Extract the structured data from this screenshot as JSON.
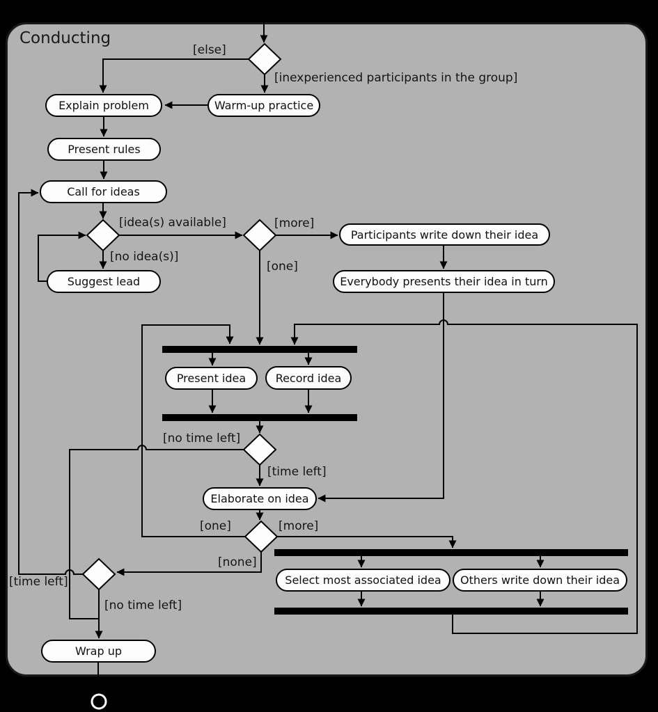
{
  "title": "Conducting",
  "diagram_type": "uml-activity-diagram",
  "colors": {
    "background": "#000000",
    "frame_fill": "#b2b2b2",
    "node_fill": "#fdfdfd",
    "line": "#000000",
    "fork_bar": "#000000",
    "final_node_stroke": "#ffffff"
  },
  "nodes": {
    "explain_problem": "Explain problem",
    "warm_up": "Warm-up practice",
    "present_rules": "Present rules",
    "call_for_ideas": "Call for ideas",
    "suggest_lead": "Suggest lead",
    "participants_write": "Participants write down their idea",
    "everybody_presents": "Everybody presents their idea in turn",
    "present_idea": "Present idea",
    "record_idea": "Record idea",
    "elaborate": "Elaborate on idea",
    "select_idea": "Select most associated idea",
    "others_write": "Others write down their idea",
    "wrap_up": "Wrap up"
  },
  "labels": {
    "else_guard": "[else]",
    "inexperienced": "[inexperienced participants in the group]",
    "ideas_available": "[idea(s) available]",
    "more_top": "[more]",
    "no_ideas": "[no idea(s)]",
    "one_top": "[one]",
    "no_time_left_mid": "[no time left]",
    "time_left_mid": "[time left]",
    "one_bottom": "[one]",
    "more_bottom": "[more]",
    "none_guard": "[none]",
    "time_left_bottom": "[time left]",
    "no_time_left_bottom": "[no time left]"
  },
  "flow": [
    {
      "from": "start",
      "to": "decision-experience",
      "guard": ""
    },
    {
      "from": "decision-experience",
      "to": "Explain problem",
      "guard": "[else]"
    },
    {
      "from": "decision-experience",
      "to": "Warm-up practice",
      "guard": "[inexperienced participants in the group]"
    },
    {
      "from": "Warm-up practice",
      "to": "Explain problem",
      "guard": ""
    },
    {
      "from": "Explain problem",
      "to": "Present rules",
      "guard": ""
    },
    {
      "from": "Present rules",
      "to": "Call for ideas",
      "guard": ""
    },
    {
      "from": "Call for ideas",
      "to": "decision-ideas",
      "guard": ""
    },
    {
      "from": "decision-ideas",
      "to": "decision-count",
      "guard": "[idea(s) available]"
    },
    {
      "from": "decision-ideas",
      "to": "Suggest lead",
      "guard": "[no idea(s)]"
    },
    {
      "from": "Suggest lead",
      "to": "decision-ideas",
      "guard": ""
    },
    {
      "from": "decision-count",
      "to": "Participants write down their idea",
      "guard": "[more]"
    },
    {
      "from": "decision-count",
      "to": "fork-1",
      "guard": "[one]"
    },
    {
      "from": "Participants write down their idea",
      "to": "Everybody presents their idea in turn",
      "guard": ""
    },
    {
      "from": "Everybody presents their idea in turn",
      "to": "Elaborate on idea",
      "guard": ""
    },
    {
      "from": "fork-1",
      "to": "Present idea",
      "guard": ""
    },
    {
      "from": "fork-1",
      "to": "Record idea",
      "guard": ""
    },
    {
      "from": "Present idea",
      "to": "join-1",
      "guard": ""
    },
    {
      "from": "Record idea",
      "to": "join-1",
      "guard": ""
    },
    {
      "from": "join-1",
      "to": "decision-time",
      "guard": ""
    },
    {
      "from": "decision-time",
      "to": "Wrap up",
      "guard": "[no time left]"
    },
    {
      "from": "decision-time",
      "to": "Elaborate on idea",
      "guard": "[time left]"
    },
    {
      "from": "Elaborate on idea",
      "to": "decision-remaining",
      "guard": ""
    },
    {
      "from": "decision-remaining",
      "to": "fork-1",
      "guard": "[one]"
    },
    {
      "from": "decision-remaining",
      "to": "fork-2",
      "guard": "[more]"
    },
    {
      "from": "decision-remaining",
      "to": "decision-time-2",
      "guard": "[none]"
    },
    {
      "from": "fork-2",
      "to": "Select most associated idea",
      "guard": ""
    },
    {
      "from": "fork-2",
      "to": "Others write down their idea",
      "guard": ""
    },
    {
      "from": "Select most associated idea",
      "to": "join-2",
      "guard": ""
    },
    {
      "from": "Others write down their idea",
      "to": "join-2",
      "guard": ""
    },
    {
      "from": "join-2",
      "to": "fork-1",
      "guard": ""
    },
    {
      "from": "decision-time-2",
      "to": "Call for ideas",
      "guard": "[time left]"
    },
    {
      "from": "decision-time-2",
      "to": "Wrap up",
      "guard": "[no time left]"
    },
    {
      "from": "Wrap up",
      "to": "final-node",
      "guard": ""
    }
  ]
}
